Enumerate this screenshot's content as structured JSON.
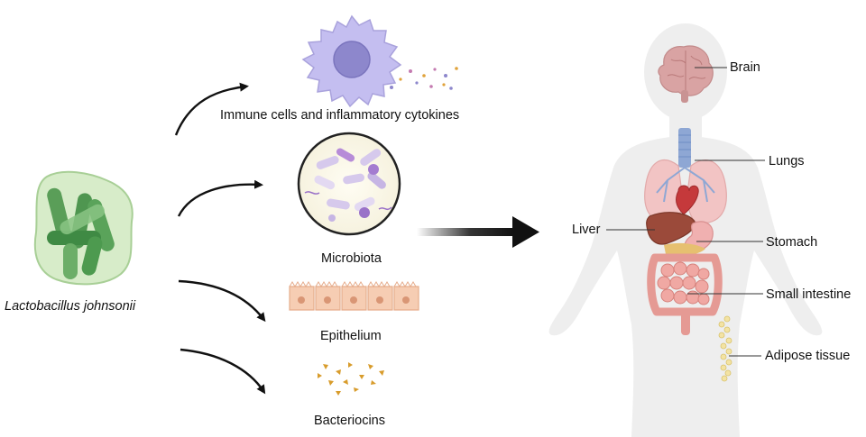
{
  "source": {
    "name": "Lactobacillus johnsonii"
  },
  "mechanisms": [
    {
      "label": "Immune cells and inflammatory cytokines",
      "icon": "immune-cell-icon"
    },
    {
      "label": "Microbiota",
      "icon": "microbiota-petri-icon"
    },
    {
      "label": "Epithelium",
      "icon": "epithelium-cells-icon"
    },
    {
      "label": "Bacteriocins",
      "icon": "bacteriocins-icon"
    }
  ],
  "organs": [
    {
      "label": "Brain"
    },
    {
      "label": "Lungs"
    },
    {
      "label": "Liver"
    },
    {
      "label": "Stomach"
    },
    {
      "label": "Small intestine"
    },
    {
      "label": "Adipose tissue"
    }
  ],
  "colors": {
    "bacteria": "#5a9e58",
    "immune": "#b9b3e6",
    "epithelium": "#f6cdb3",
    "bacteriocin": "#d89c2c",
    "body": "#eeeeee",
    "arrow": "#111111"
  }
}
